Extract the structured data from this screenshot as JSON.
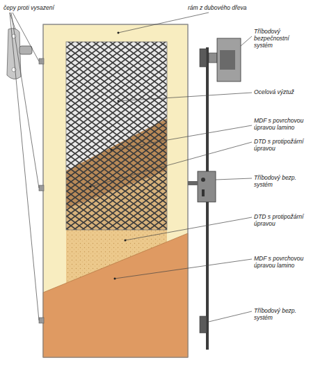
{
  "diagram": {
    "labels": [
      "čepy proti vysazení",
      "rám z dubového dřeva",
      "Tříbodový bezpečnostní systém",
      "Ocelová výztuž",
      "MDF s povrchovou úpravou lamino",
      "DTD s protipožární úpravou",
      "Tříbodový bezp. systém",
      "DTD s protipožární úpravou",
      "MDF s povrchovou úpravou lamino",
      "Tříbodový bezp. systém"
    ]
  }
}
